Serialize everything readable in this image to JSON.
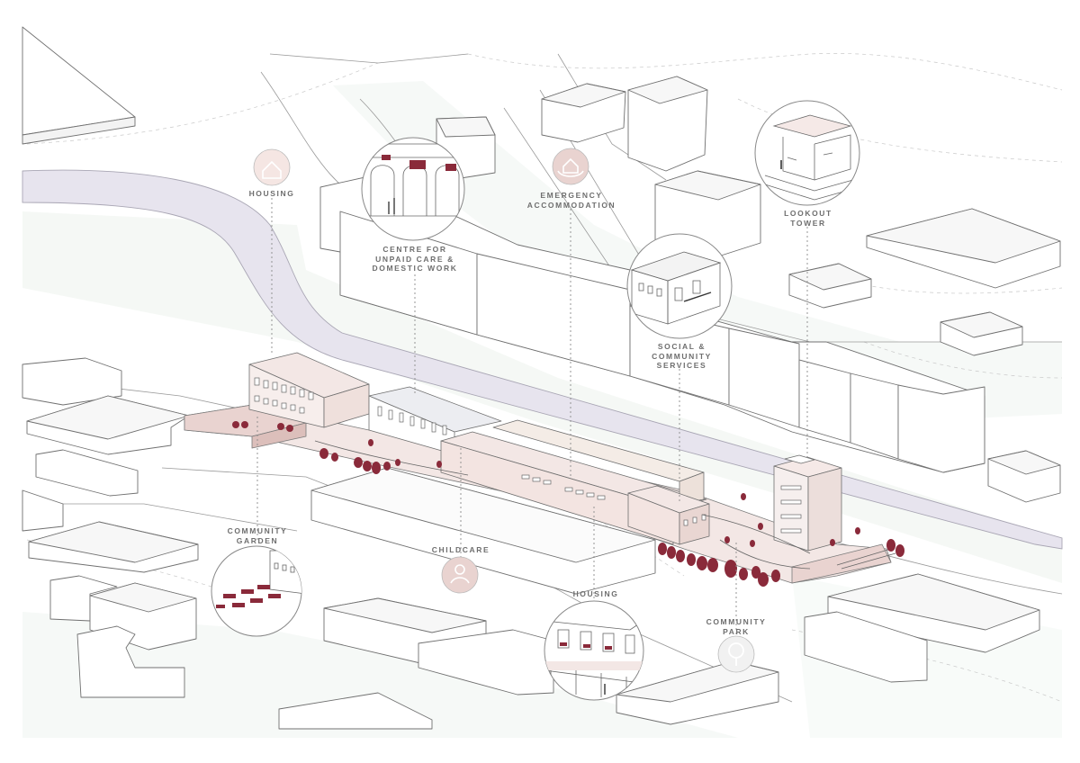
{
  "labels": {
    "housing_top": "HOUSING",
    "unpaid_care": "CENTRE FOR\nUNPAID CARE &\nDOMESTIC WORK",
    "emergency": "EMERGENCY\nACCOMMODATION",
    "lookout": "LOOKOUT\nTOWER",
    "social": "SOCIAL &\nCOMMUNITY\nSERVICES",
    "community_garden": "COMMUNITY\nGARDEN",
    "childcare": "CHILDCARE",
    "housing_bottom": "HOUSING",
    "community_park": "COMMUNITY\nPARK"
  },
  "colors": {
    "river": "#e7e4ee",
    "ground_green": "#eef4ef",
    "building_fill": "#ffffff",
    "line": "#777777",
    "accent_pink": "#efd9d6",
    "accent_pink_dark": "#e5c6c2",
    "tree": "#8a2a3a",
    "leader": "#888888"
  },
  "icons": [
    "house-icon",
    "hands-house-icon",
    "child-icon",
    "tree-icon"
  ]
}
